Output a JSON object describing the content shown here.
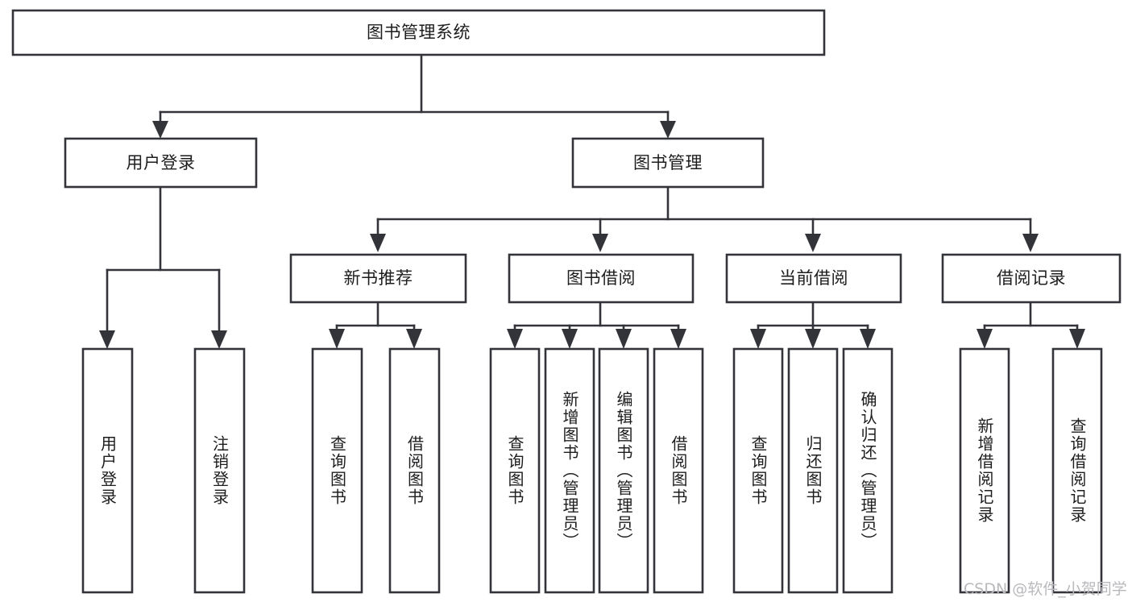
{
  "diagram": {
    "type": "tree-hierarchy",
    "title": "图书管理系统",
    "orientation": "top-down",
    "colors": {
      "stroke": "#32343a",
      "fill": "#ffffff",
      "text": "#1d1d1f",
      "watermark": "#b9b9bd",
      "background": "#ffffff"
    },
    "nodes": {
      "root": {
        "label": "图书管理系统"
      },
      "level2": [
        {
          "id": "user-login",
          "label": "用户登录"
        },
        {
          "id": "book-management",
          "label": "图书管理"
        }
      ],
      "level3": [
        {
          "id": "new-book-recommend",
          "label": "新书推荐"
        },
        {
          "id": "book-borrow",
          "label": "图书借阅"
        },
        {
          "id": "current-borrow",
          "label": "当前借阅"
        },
        {
          "id": "borrow-record",
          "label": "借阅记录"
        }
      ],
      "leaves": {
        "user_login": [
          {
            "id": "leaf-user-login",
            "label": "用户登录"
          },
          {
            "id": "leaf-logout-login",
            "label": "注销登录"
          }
        ],
        "new_book_recommend": [
          {
            "id": "leaf-query-book-1",
            "label": "查询图书"
          },
          {
            "id": "leaf-borrow-book-1",
            "label": "借阅图书"
          }
        ],
        "book_borrow": [
          {
            "id": "leaf-query-book-2",
            "label": "查询图书"
          },
          {
            "id": "leaf-add-book",
            "label": "新增图书（管理员）"
          },
          {
            "id": "leaf-edit-book",
            "label": "编辑图书（管理员）"
          },
          {
            "id": "leaf-borrow-book-2",
            "label": "借阅图书"
          }
        ],
        "current_borrow": [
          {
            "id": "leaf-query-book-3",
            "label": "查询图书"
          },
          {
            "id": "leaf-return-book",
            "label": "归还图书"
          },
          {
            "id": "leaf-confirm-return",
            "label": "确认归还（管理员）"
          }
        ],
        "borrow_record": [
          {
            "id": "leaf-add-record",
            "label": "新增借阅记录"
          },
          {
            "id": "leaf-query-record",
            "label": "查询借阅记录"
          }
        ]
      }
    },
    "edges": [
      {
        "from": "图书管理系统",
        "to": "用户登录"
      },
      {
        "from": "图书管理系统",
        "to": "图书管理"
      },
      {
        "from": "用户登录",
        "to": "用户登录"
      },
      {
        "from": "用户登录",
        "to": "注销登录"
      },
      {
        "from": "图书管理",
        "to": "新书推荐"
      },
      {
        "from": "图书管理",
        "to": "图书借阅"
      },
      {
        "from": "图书管理",
        "to": "当前借阅"
      },
      {
        "from": "图书管理",
        "to": "借阅记录"
      },
      {
        "from": "新书推荐",
        "to": "查询图书"
      },
      {
        "from": "新书推荐",
        "to": "借阅图书"
      },
      {
        "from": "图书借阅",
        "to": "查询图书"
      },
      {
        "from": "图书借阅",
        "to": "新增图书（管理员）"
      },
      {
        "from": "图书借阅",
        "to": "编辑图书（管理员）"
      },
      {
        "from": "图书借阅",
        "to": "借阅图书"
      },
      {
        "from": "当前借阅",
        "to": "查询图书"
      },
      {
        "from": "当前借阅",
        "to": "归还图书"
      },
      {
        "from": "当前借阅",
        "to": "确认归还（管理员）"
      },
      {
        "from": "借阅记录",
        "to": "新增借阅记录"
      },
      {
        "from": "借阅记录",
        "to": "查询借阅记录"
      }
    ]
  },
  "watermark": {
    "text": "CSDN @软件_小贺同学"
  }
}
